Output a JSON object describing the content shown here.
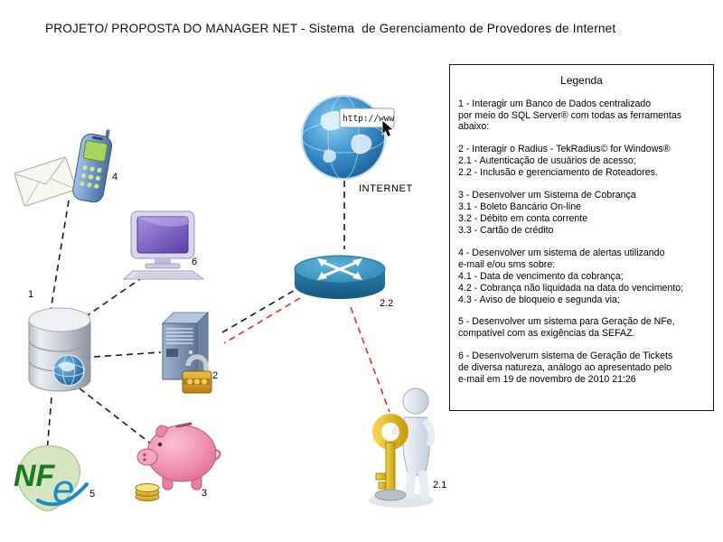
{
  "title": "PROJETO/ PROPOSTA DO MANAGER NET - Sistema  de Gerenciamento de Provedores de Internet",
  "legend": {
    "title": "Legenda",
    "items": [
      {
        "text": "1 - Interagir um Banco de Dados centralizado\n por meio do SQL Server® com todas as ferramentas\nabaixo:"
      },
      {
        "text": "2 - Interagir o Radius - TekRadius© for Windows®\n2.1 - Autenticação de usuários de acesso;\n2.2 - Inclusão e gerenciamento de Roteadores."
      },
      {
        "text": "3 - Desenvolver um Sistema de Cobrança\n3.1 - Boleto Bancário On-line\n3.2 - Débito em conta corrente\n3.3 - Cartão de crédito"
      },
      {
        "text": "4 - Desenvolver um sistema de alertas utilizando\n e-mail e/ou sms sobre:\n4.1 - Data de vencimento da cobrança;\n4.2 - Cobrança não liquidada na data do vencimento;\n4.3 - Aviso de bloqueio e segunda via;"
      },
      {
        "text": "5 - Desenvolver um sistema para Geração de NFe,\ncompatível com as exigências da SEFAZ."
      },
      {
        "text": "6 - Desenvolverum sistema de Geração de Tickets\nde diversa natureza, análogo ao apresentado pelo\ne-mail em 19 de novembro de 2010 21:26"
      }
    ]
  },
  "diagram": {
    "internet": {
      "label": "INTERNET",
      "url": "http://www"
    },
    "labels": {
      "database": "1",
      "server": "2",
      "auth": "2.1",
      "router": "2.2",
      "billing": "3",
      "alerts": "4",
      "nfe": "5",
      "tickets": "6"
    },
    "nfe_logo": {
      "nf": "NF",
      "e": "e"
    },
    "colors": {
      "edge": "#1b1b1b",
      "edge_alert": "#ff2222",
      "router": "#2f86b4",
      "key": "#d9b21a",
      "piggy": "#f08fae"
    }
  }
}
